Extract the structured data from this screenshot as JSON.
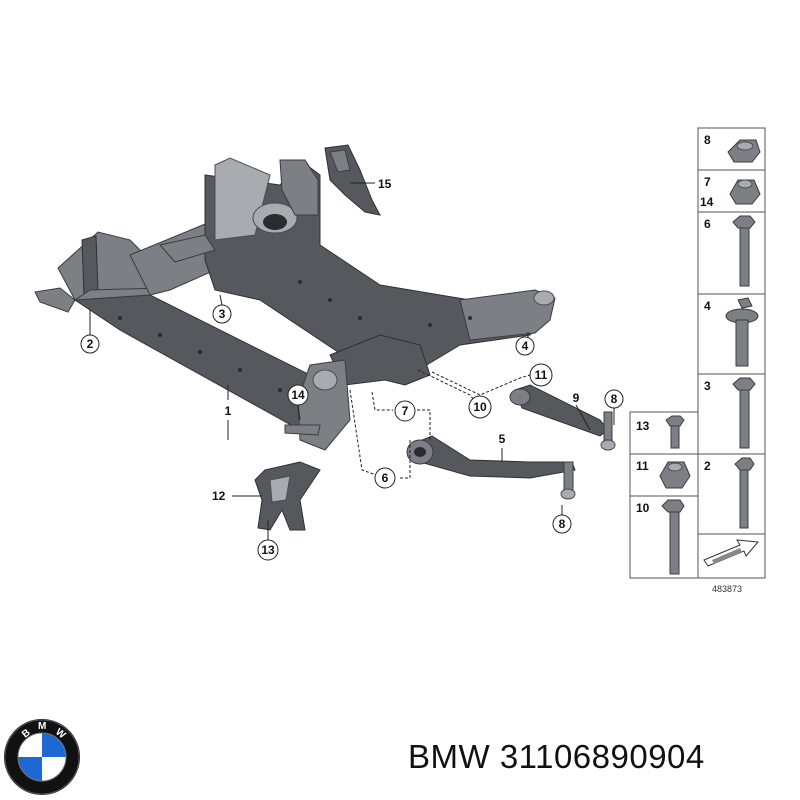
{
  "diagram": {
    "callouts": {
      "c1": "1",
      "c2": "2",
      "c3": "3",
      "c4": "4",
      "c5": "5",
      "c6": "6",
      "c7": "7",
      "c8a": "8",
      "c8b": "8",
      "c9": "9",
      "c10": "10",
      "c11": "11",
      "c12": "12",
      "c13": "13",
      "c14": "14",
      "c15": "15"
    },
    "panel_labels": {
      "p8": "8",
      "p7": "7",
      "p14": "14",
      "p6": "6",
      "p4": "4",
      "p3": "3",
      "p2": "2",
      "p13": "13",
      "p11": "11",
      "p10": "10"
    },
    "reference_number": "483873"
  },
  "caption": {
    "brand": "BMW",
    "part_number": "31106890904",
    "full_text": "BMW 31106890904"
  },
  "logo": {
    "letters": [
      "B",
      "M",
      "W"
    ],
    "colors": {
      "blue": "#1c69d4",
      "white": "#ffffff",
      "ring": "#111111"
    }
  }
}
